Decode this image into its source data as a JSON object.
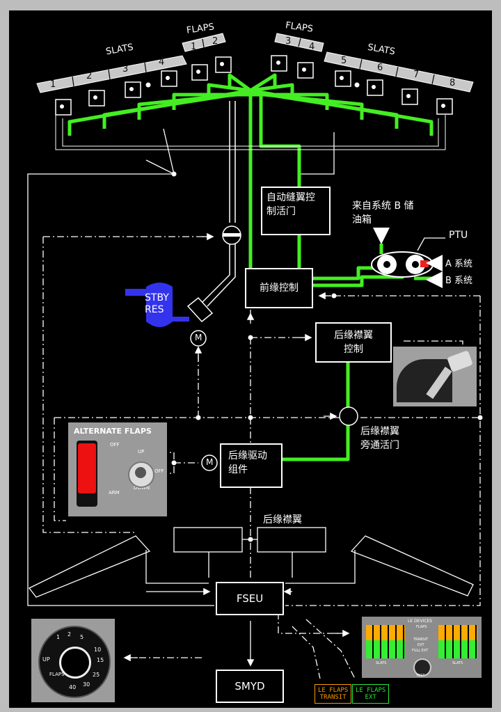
{
  "slats": {
    "title_left": "SLATS",
    "title_right": "SLATS",
    "numbers_left": [
      "1",
      "2",
      "3",
      "4"
    ],
    "numbers_right": [
      "5",
      "6",
      "7",
      "8"
    ]
  },
  "flaps": {
    "title_left": "FLAPS",
    "title_right": "FLAPS",
    "numbers_left": [
      "1",
      "2"
    ],
    "numbers_right": [
      "3",
      "4"
    ]
  },
  "boxes": {
    "auto_slat_valve": "自动缝翼控\n制活门",
    "le_control": "前缘控制",
    "te_flap_control": "后缘襟翼\n控制",
    "te_drive_unit": "后缘驱动\n组件",
    "fseu": "FSEU",
    "smyd": "SMYD"
  },
  "labels": {
    "from_system_b": "来自系统 B 储\n油箱",
    "ptu": "PTU",
    "system_a": "A 系统",
    "system_b": "B 系统",
    "stby_res": "STBY\nRES",
    "motor": "M",
    "te_bypass_valve": "后缘襟翼\n旁通活门",
    "te_flaps": "后缘襟翼"
  },
  "alternate_flaps": {
    "title": "ALTERNATE FLAPS",
    "off": "OFF",
    "arm": "ARM",
    "up": "UP",
    "off2": "OFF",
    "down": "DOWN"
  },
  "flap_gauge": {
    "marks": [
      "1",
      "2",
      "5",
      "10",
      "15",
      "25",
      "30",
      "40",
      "UP"
    ],
    "caption": "FLAPS"
  },
  "le_devices": {
    "title": "LE DEVICES",
    "flaps": "FLAPS",
    "transit": "TRANSIT",
    "ext": "EXT",
    "full_ext": "FULL EXT",
    "slats_left": "SLATS",
    "slats_right": "SLATS",
    "test": "TEST"
  },
  "lights": {
    "transit": "LE FLAPS\nTRANSIT",
    "ext": "LE FLAPS\nEXT"
  },
  "colors": {
    "hydraulic": "#44ee22",
    "standby": "#3333ee",
    "transit_amber": "#ff9900",
    "ext_green": "#22ee33",
    "ptu_red": "#ee2222"
  }
}
